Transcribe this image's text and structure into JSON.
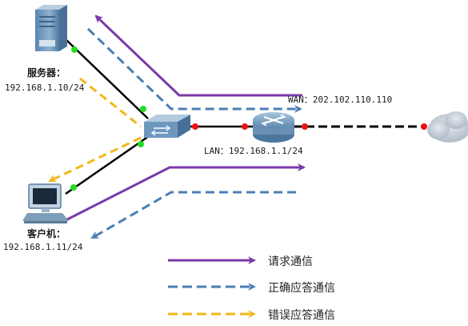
{
  "server": {
    "name": "服务器：",
    "ip": "192.168.1.10/24"
  },
  "client": {
    "name": "客户机：",
    "ip": "192.168.1.11/24"
  },
  "router": {
    "wan": "WAN：202.102.110.110",
    "lan": "LAN：192.168.1.1/24"
  },
  "legend": {
    "request": "请求通信",
    "correct": "正确应答通信",
    "error": "错误应答通信"
  },
  "colors": {
    "request": "#7a3aa8",
    "correct": "#4a7fb5",
    "error": "#f2b81a",
    "link": "#000000",
    "port_green": "#22dd22",
    "port_red": "#ee1111",
    "device": "#6b95b8"
  },
  "icons": {
    "server": "server-icon",
    "switch": "switch-icon",
    "router": "router-icon",
    "cloud": "cloud-icon",
    "client": "computer-icon"
  }
}
